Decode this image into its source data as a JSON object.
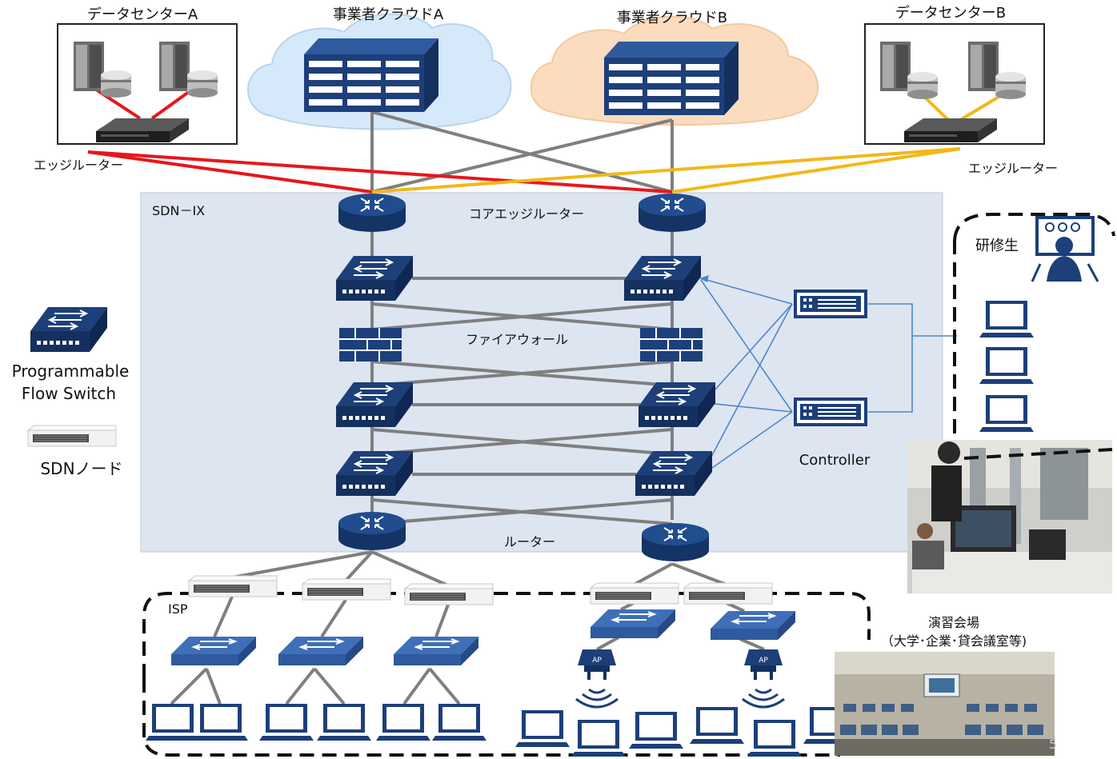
{
  "labels": {
    "dc_a": "データセンターA",
    "cloud_a": "事業者クラウドA",
    "cloud_b": "事業者クラウドB",
    "dc_b": "データセンターB",
    "edge_router_left": "エッジルーター",
    "edge_router_right": "エッジルーター",
    "sdn_ix": "SDN－IX",
    "core_edge_router": "コアエッジルーター",
    "firewall": "ファイアウォール",
    "router": "ルーター",
    "controller": "Controller",
    "trainee": "研修生",
    "isp": "ISP",
    "venue_line1": "演習会場",
    "venue_line2": "（大学･企業･貸会議室等)",
    "page_number": "5"
  },
  "legend": {
    "switch_line1": "Programmable",
    "switch_line2": "Flow Switch",
    "node": "SDNノード"
  },
  "ap_label": "AP",
  "colors": {
    "device_navy": "#1d3f7a",
    "device_light": "#3f6fb8",
    "sdn_bg": "#dde5f0",
    "cloud_a_fill": "#d6e9fa",
    "cloud_b_fill": "#fbdcbf",
    "link_gray": "#7f7f7f",
    "link_red": "#e8161b",
    "link_yellow": "#f2b817",
    "link_blue": "#4f86c6"
  },
  "icons": [
    "server-tower-icon",
    "storage-icon",
    "router-icon",
    "switch-icon",
    "firewall-icon",
    "controller-icon",
    "laptop-icon",
    "access-point-icon",
    "wifi-icon",
    "monitor-person-icon",
    "sdn-node-icon"
  ]
}
